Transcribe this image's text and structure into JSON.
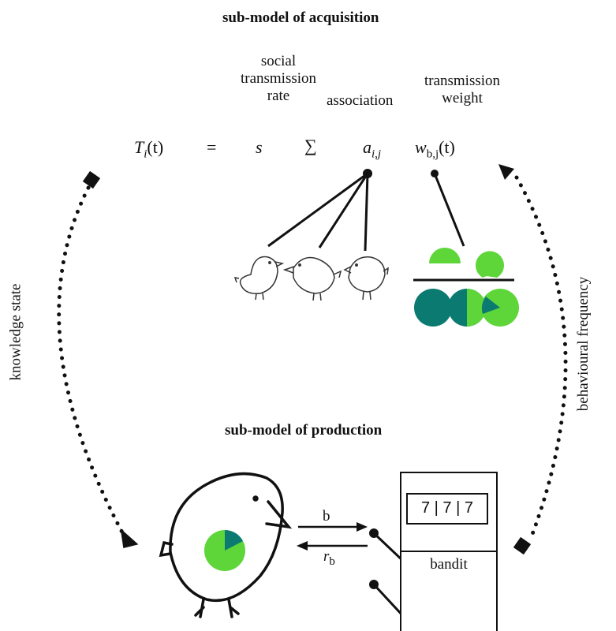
{
  "titles": {
    "acquisition": "sub-model of acquisition",
    "production": "sub-model of production"
  },
  "labels": {
    "social_transmission_rate": [
      "social",
      "transmission",
      "rate"
    ],
    "association": "association",
    "transmission_weight": [
      "transmission",
      "weight"
    ],
    "knowledge_state": "knowledge state",
    "behavioural_frequency": "behavioural frequency",
    "bandit": "bandit",
    "bandit_display": "7 | 7 | 7",
    "arrow_b": "b",
    "arrow_r": "r",
    "arrow_r_sub": "b"
  },
  "equation": {
    "T": "T",
    "T_sub": "i",
    "T_arg": "(t)",
    "equals": "=",
    "s": "s",
    "sum": "∑",
    "a": "a",
    "a_sub": "i,j",
    "w": "w",
    "w_sub": "b,j",
    "w_arg": "(t)"
  },
  "colors": {
    "dark_teal": "#0b7a70",
    "light_green": "#5ed63a",
    "ink": "#111111"
  },
  "icons": [
    "bird-icon",
    "pie-chart-icon",
    "bandit-machine-icon",
    "lever-icon"
  ]
}
